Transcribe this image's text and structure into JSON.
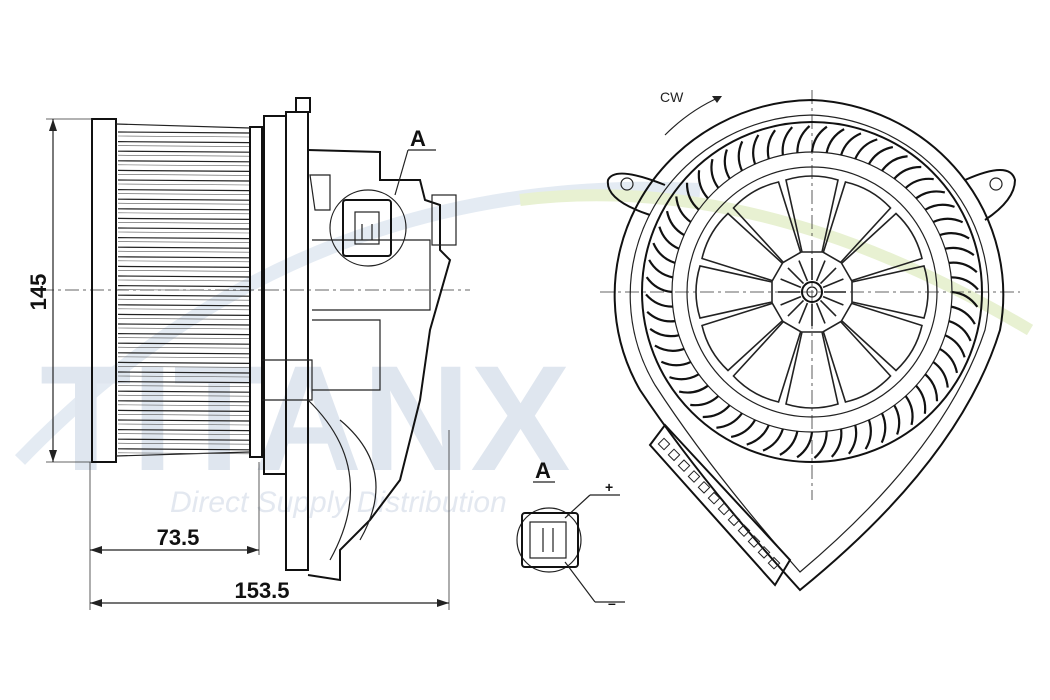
{
  "callout_letter": "A",
  "watermark": {
    "brand": "TITANX",
    "tagline": "Direct Supply Distribution"
  },
  "dimensions": {
    "height": "145",
    "wheel_width": "73.5",
    "overall_width": "153.5"
  },
  "rotation": "CW",
  "polarity": {
    "plus": "+",
    "minus": "–"
  },
  "colors": {
    "line": "#222222",
    "watermark_blue": "#dfe6ef",
    "watermark_green": "#e4efc9"
  }
}
